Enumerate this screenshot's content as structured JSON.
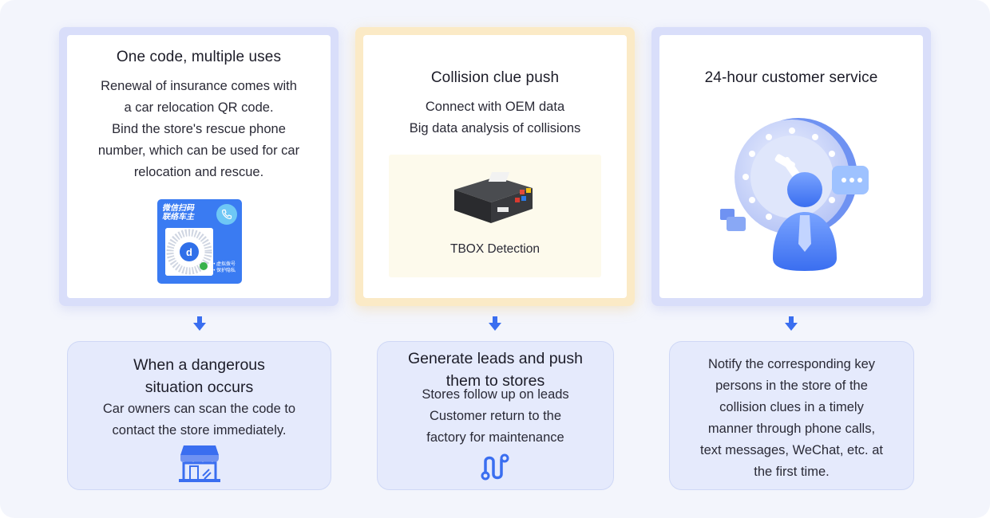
{
  "cards": [
    {
      "title": "One code, multiple uses",
      "lines": [
        "Renewal of insurance comes with",
        "a car relocation QR code.",
        "Bind the store's rescue phone",
        "number, which can be used for car",
        "relocation and rescue."
      ],
      "qr_slogan_line1": "微信扫码",
      "qr_slogan_line2": "联络车主",
      "qr_note_line1": "• 虚拟拨号",
      "qr_note_line2": "• 保护隐私"
    },
    {
      "title": "Collision clue push",
      "lines": [
        "Connect with OEM data",
        "Big data analysis of collisions"
      ],
      "image_label": "TBOX Detection"
    },
    {
      "title": "24-hour customer service",
      "lines": []
    }
  ],
  "bottom": [
    {
      "title_lines": [
        "When a dangerous",
        "situation occurs"
      ],
      "lines": [
        "Car owners can scan the code to",
        "contact the store immediately."
      ],
      "icon": "store-icon"
    },
    {
      "title_lines": [
        "Generate leads and push",
        "them to stores"
      ],
      "lines": [
        "Stores follow up on leads",
        "Customer return to the",
        "factory for maintenance"
      ],
      "icon": "route-icon"
    },
    {
      "title_lines": [],
      "lines": [
        "Notify the corresponding key",
        "persons in the store of the",
        "collision clues in a timely",
        "manner through phone calls,",
        "text messages, WeChat, etc. at",
        "the first time."
      ]
    }
  ],
  "colors": {
    "accent": "#3a6ef0",
    "card_border_blue": "#d9defa",
    "card_border_yellow": "#fbeac6",
    "bottom_bg": "#e5eafc"
  }
}
